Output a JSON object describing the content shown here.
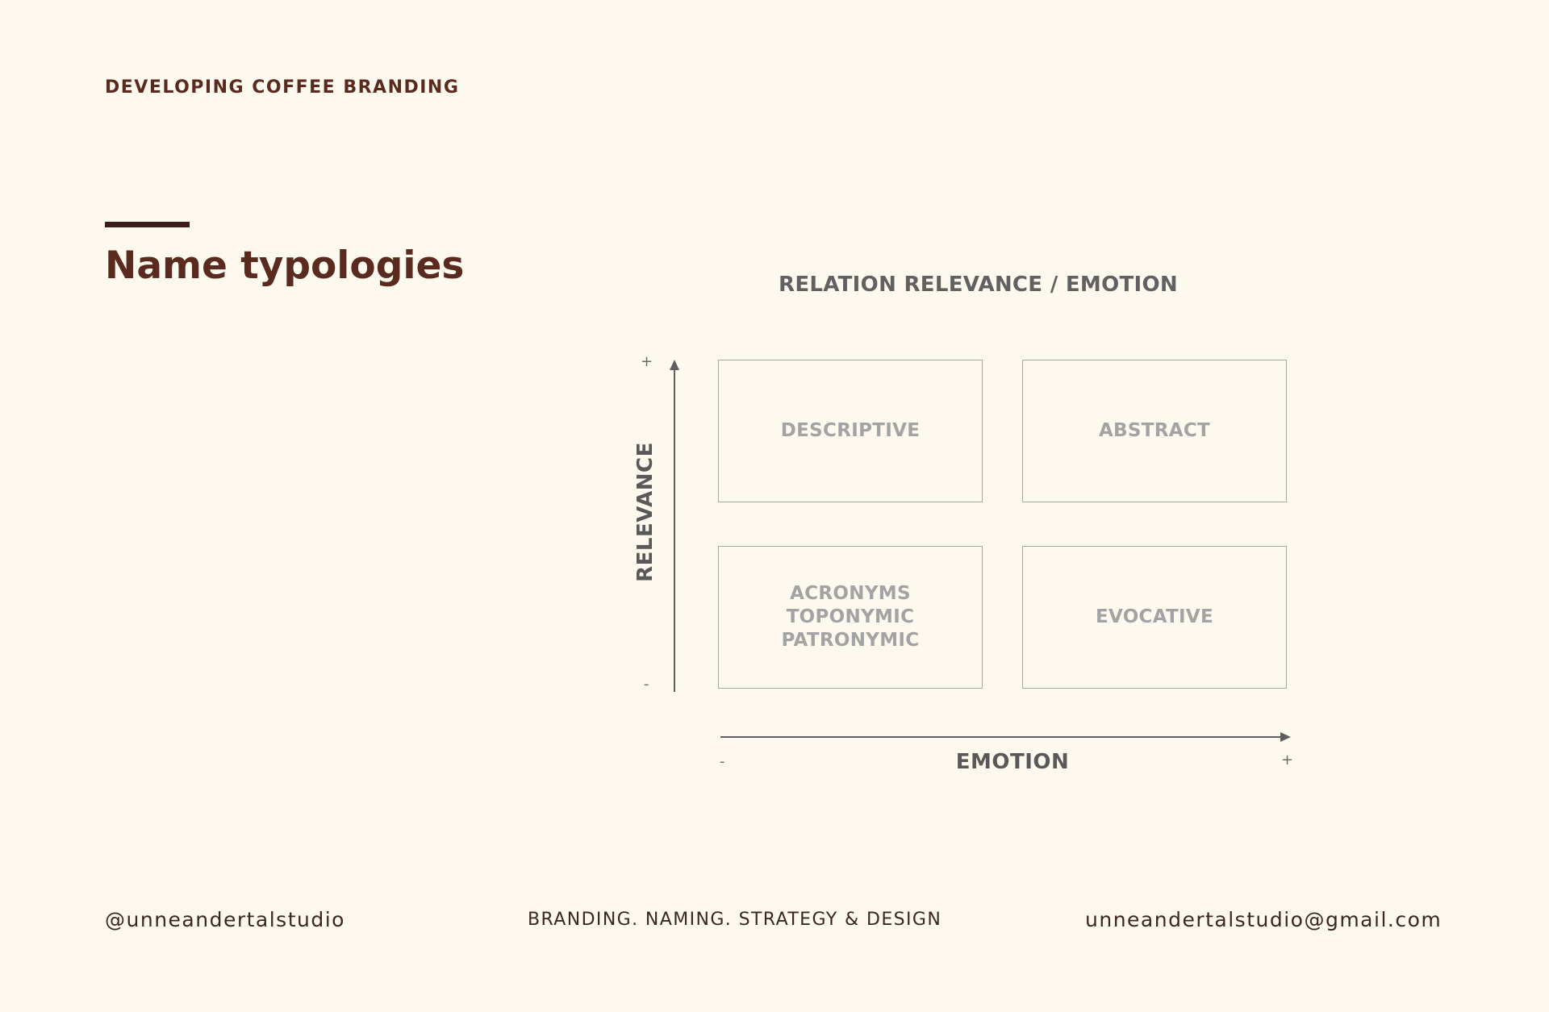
{
  "header": {
    "kicker": "DEVELOPING COFFEE BRANDING",
    "title": "Name typologies"
  },
  "diagram": {
    "title": "RELATION RELEVANCE / EMOTION",
    "y_axis": {
      "label": "RELEVANCE",
      "plus": "+",
      "minus": "-"
    },
    "x_axis": {
      "label": "EMOTION",
      "plus": "+",
      "minus": "-"
    },
    "quadrants": {
      "top_left": [
        "DESCRIPTIVE"
      ],
      "top_right": [
        "ABSTRACT"
      ],
      "bottom_left": [
        "ACRONYMS",
        "TOPONYMIC",
        "PATRONYMIC"
      ],
      "bottom_right": [
        "EVOCATIVE"
      ]
    }
  },
  "footer": {
    "handle": "@unneandertalstudio",
    "services": "BRANDING. NAMING. STRATEGY & DESIGN",
    "email": "unneandertalstudio@gmail.com"
  },
  "colors": {
    "background": "#fdf9ee",
    "brand": "#5a2a1f",
    "diagram_text": "#616161",
    "box_text": "#a3a3a3"
  }
}
